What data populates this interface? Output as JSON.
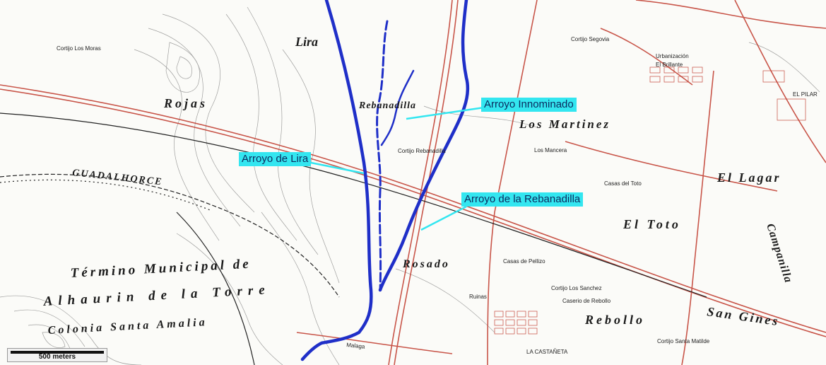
{
  "callouts": {
    "innominado": "Arroyo Innominado",
    "lira": "Arroyo de Lira",
    "rebanadilla": "Arroyo de la Rebanadilla"
  },
  "places": {
    "lira": "Lira",
    "rojas": "Rojas",
    "rebanadilla": "Rebanadilla",
    "los_martinez": "Los Martinez",
    "el_lagar": "El Lagar",
    "el_toto": "El Toto",
    "guadalhorce": "GUADALHORCE",
    "termino": "Término Municipal de",
    "alhaurin": "Alhaurin de la Torre",
    "colonia": "Colonia Santa Amalia",
    "rosado": "Rosado",
    "rebollo": "Rebollo",
    "san_gines": "San Gines",
    "la_castaneta": "LA CASTAÑETA",
    "el_brillante": "El Brillante",
    "urbanizacion": "Urbanización",
    "el_pilar": "EL PILAR",
    "los_mancera": "Los Mancera",
    "cortijo_rebanadilla": "Cortijo Rebanadilla",
    "cortijo_los_moras": "Cortijo Los Moras",
    "cortijo_segovia": "Cortijo Segovia",
    "cortijo_los_sanchez": "Cortijo Los Sanchez",
    "cortijo_santa_matilde": "Cortijo Santa Matilde",
    "casas_del_toto": "Casas del Toto",
    "casas_de_pellizo": "Casas de Pellizo",
    "caserio_de_rebollo": "Caserio de Rebollo",
    "ruinas": "Ruinas",
    "campanillas": "Campanilla",
    "malaga": "Malaga"
  },
  "scale": {
    "label": "500 meters"
  },
  "colors": {
    "river": "#1f2fc8",
    "callout": "#33e6f0",
    "road": "#c0392b"
  }
}
